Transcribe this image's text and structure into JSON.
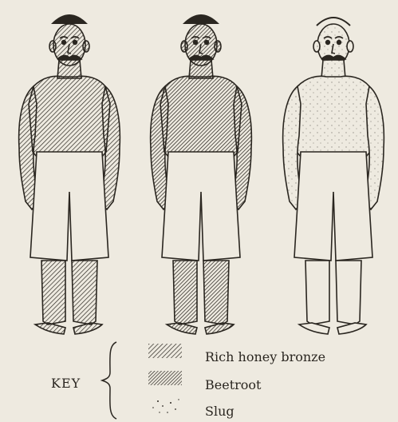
{
  "key": {
    "title": "KEY",
    "entries": [
      {
        "label": "Rich honey bronze",
        "pattern": "fine-diagonal-hatch"
      },
      {
        "label": "Beetroot",
        "pattern": "dense-diagonal-hatch"
      },
      {
        "label": "Slug",
        "pattern": "stipple-dots"
      }
    ]
  },
  "figures": [
    {
      "shading": "rich-honey-bronze"
    },
    {
      "shading": "beetroot"
    },
    {
      "shading": "slug"
    }
  ],
  "colors": {
    "paper": "#eeeae0",
    "ink": "#2a2620"
  }
}
